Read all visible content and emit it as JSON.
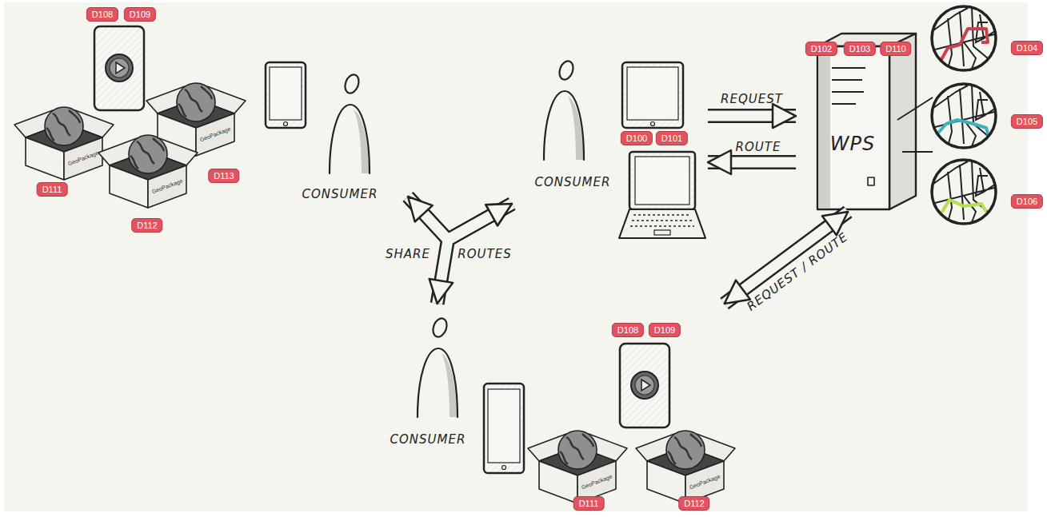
{
  "diagram": {
    "nodes": [
      {
        "text": [
          "CONSUMER"
        ]
      },
      {
        "text": [
          "CONSUMER"
        ]
      },
      {
        "text": [
          "WPS"
        ]
      },
      {
        "text": [
          "CONSUMER"
        ]
      }
    ],
    "edges": [
      {
        "from": 0,
        "to": 1,
        "arrow": "both"
      },
      {
        "from": 1,
        "to": 3,
        "arrow": "both"
      },
      {
        "from": 1,
        "to": 2,
        "label": "REQUEST",
        "arrow": "to"
      },
      {
        "from": 2,
        "to": 1,
        "label": "ROUTE",
        "arrow": "to"
      },
      {
        "from": 2,
        "to": 3,
        "label": "REQUEST / ROUTE",
        "arrow": "both"
      }
    ],
    "labels": [
      "D108",
      "D109",
      "D102",
      "D103",
      "D110",
      "D104",
      "D105",
      "GeoPackage",
      "D100",
      "D101",
      "GeoPackage",
      "D113",
      "GeoPackage",
      "D111",
      "D106",
      "D112",
      "SHARE",
      "ROUTES",
      "D108",
      "D109",
      "GeoPackage",
      "GeoPackage",
      "D111",
      "D112"
    ]
  }
}
